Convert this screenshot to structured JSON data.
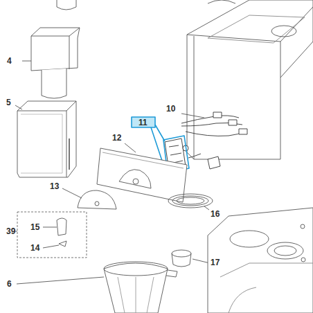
{
  "diagram": {
    "labels": [
      "4",
      "5",
      "10",
      "11",
      "12",
      "13",
      "15",
      "14",
      "39",
      "6",
      "16",
      "17"
    ]
  }
}
